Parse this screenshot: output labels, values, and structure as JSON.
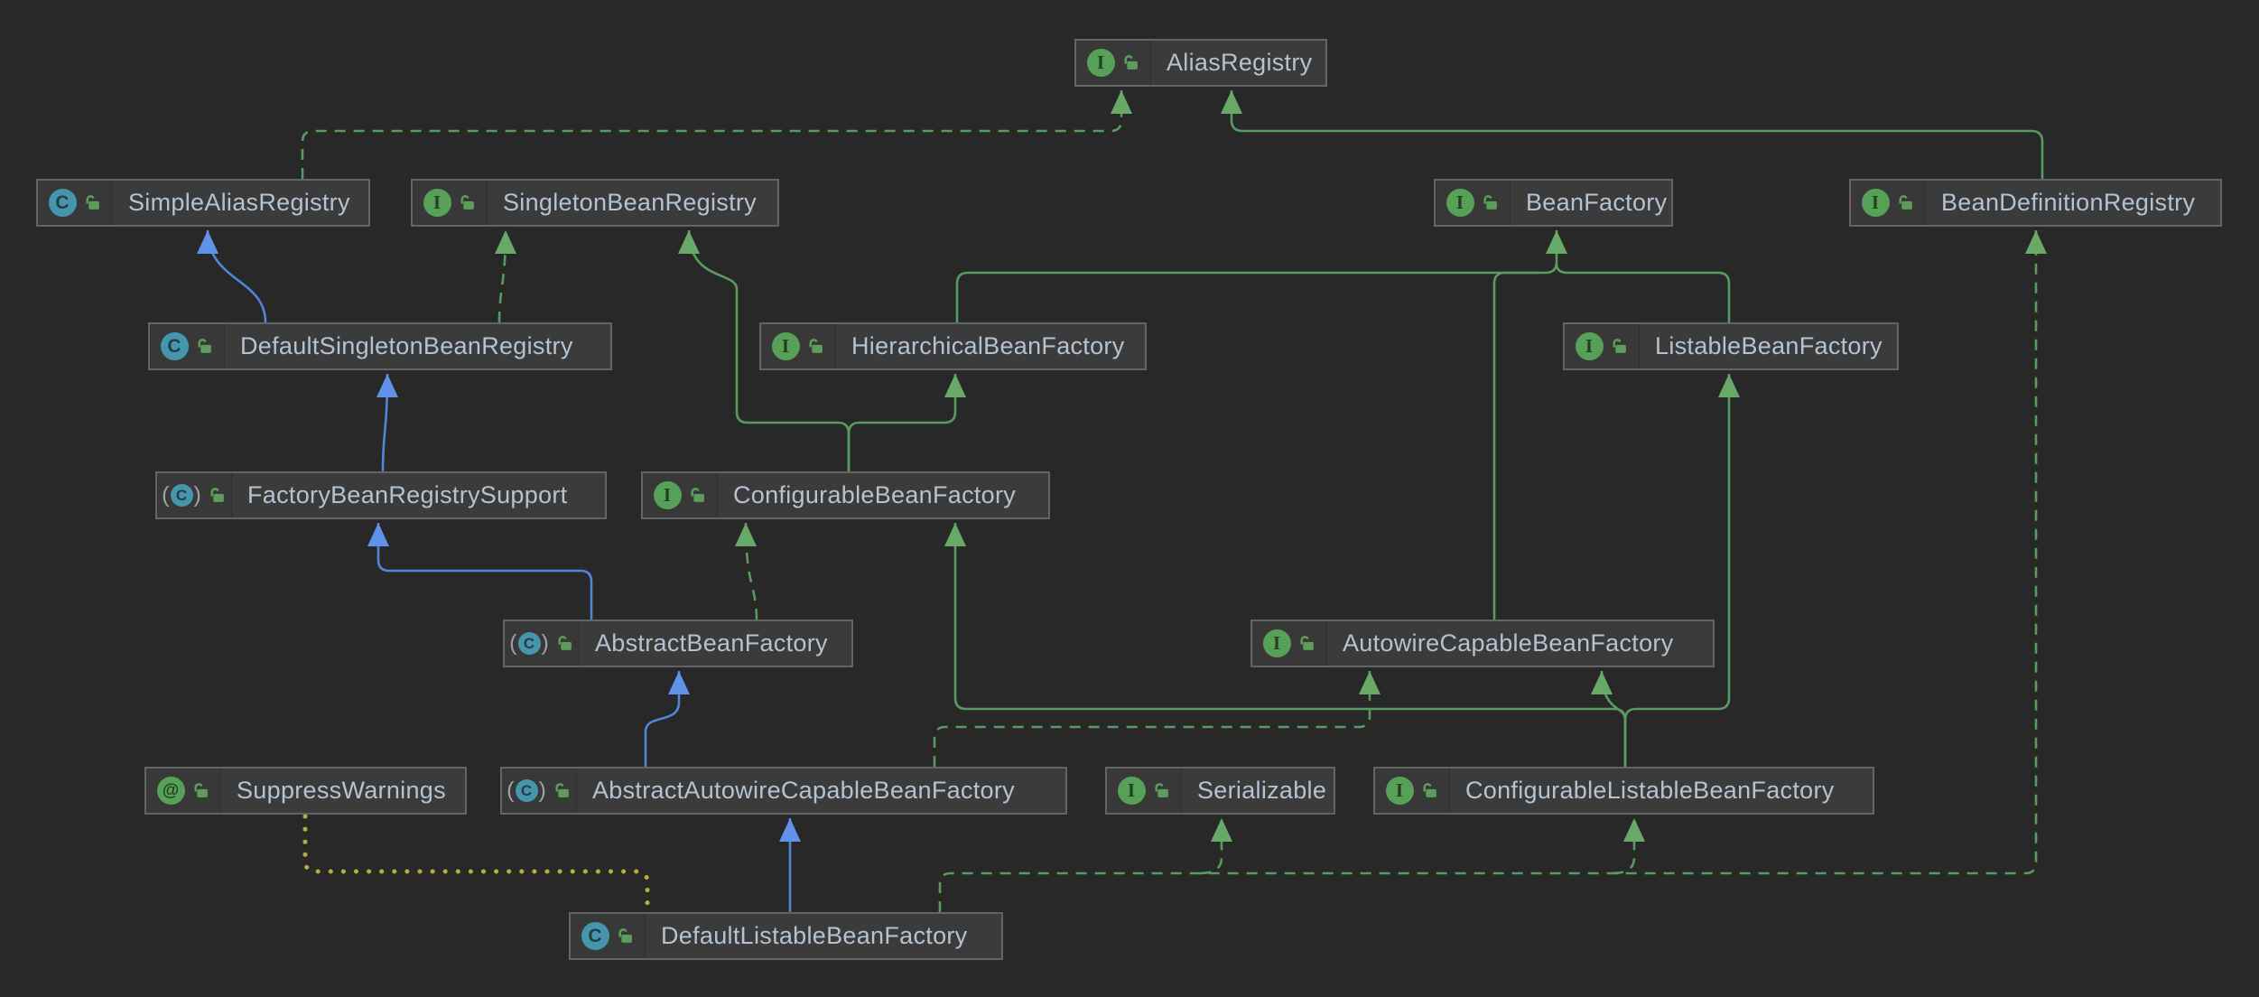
{
  "diagram": {
    "title": "Spring BeanFactory UML class hierarchy",
    "background_color": "#282828",
    "colors": {
      "node_fill": "#3b3b3b",
      "node_border": "#646464",
      "node_text": "#b4c3d2",
      "extends_implements_line": "#5a9a5e",
      "class_extends_line": "#4f86d8",
      "annotation_line": "#b7ad41",
      "interface_icon": "#57a058",
      "class_icon": "#4596ad",
      "lock_icon": "#5d9c5b"
    },
    "nodes": [
      {
        "id": "aliasregistry",
        "label": "AliasRegistry",
        "kind": "interface",
        "icon_letter": "I",
        "visibility": "unlocked"
      },
      {
        "id": "simplealiasregistry",
        "label": "SimpleAliasRegistry",
        "kind": "class",
        "icon_letter": "C",
        "visibility": "unlocked"
      },
      {
        "id": "singletonbeanregistry",
        "label": "SingletonBeanRegistry",
        "kind": "interface",
        "icon_letter": "I",
        "visibility": "unlocked"
      },
      {
        "id": "beanfactory",
        "label": "BeanFactory",
        "kind": "interface",
        "icon_letter": "I",
        "visibility": "unlocked"
      },
      {
        "id": "beandefinitionregistry",
        "label": "BeanDefinitionRegistry",
        "kind": "interface",
        "icon_letter": "I",
        "visibility": "unlocked"
      },
      {
        "id": "defaultsingletonbeanregistry",
        "label": "DefaultSingletonBeanRegistry",
        "kind": "class",
        "icon_letter": "C",
        "visibility": "unlocked"
      },
      {
        "id": "hierarchicalbeanfactory",
        "label": "HierarchicalBeanFactory",
        "kind": "interface",
        "icon_letter": "I",
        "visibility": "unlocked"
      },
      {
        "id": "listablebeanfactory",
        "label": "ListableBeanFactory",
        "kind": "interface",
        "icon_letter": "I",
        "visibility": "unlocked"
      },
      {
        "id": "factorybeanregistrysupport",
        "label": "FactoryBeanRegistrySupport",
        "kind": "abstract-class",
        "icon_letter": "C",
        "visibility": "unlocked"
      },
      {
        "id": "configurablebeanfactory",
        "label": "ConfigurableBeanFactory",
        "kind": "interface",
        "icon_letter": "I",
        "visibility": "unlocked"
      },
      {
        "id": "abstractbeanfactory",
        "label": "AbstractBeanFactory",
        "kind": "abstract-class",
        "icon_letter": "C",
        "visibility": "unlocked"
      },
      {
        "id": "autowirecapablebeanfactory",
        "label": "AutowireCapableBeanFactory",
        "kind": "interface",
        "icon_letter": "I",
        "visibility": "unlocked"
      },
      {
        "id": "suppresswarnings",
        "label": "SuppressWarnings",
        "kind": "annotation",
        "icon_letter": "@",
        "visibility": "unlocked"
      },
      {
        "id": "abstractautowirecapablebeanfactory",
        "label": "AbstractAutowireCapableBeanFactory",
        "kind": "abstract-class",
        "icon_letter": "C",
        "visibility": "unlocked"
      },
      {
        "id": "serializable",
        "label": "Serializable",
        "kind": "interface",
        "icon_letter": "I",
        "visibility": "unlocked"
      },
      {
        "id": "configurablelistablebeanfactory",
        "label": "ConfigurableListableBeanFactory",
        "kind": "interface",
        "icon_letter": "I",
        "visibility": "unlocked"
      },
      {
        "id": "defaultlistablebeanfactory",
        "label": "DefaultListableBeanFactory",
        "kind": "class",
        "icon_letter": "C",
        "visibility": "unlocked"
      }
    ],
    "edges": [
      {
        "from": "simplealiasregistry",
        "to": "aliasregistry",
        "relation": "implements",
        "line": "dashed-green"
      },
      {
        "from": "beandefinitionregistry",
        "to": "aliasregistry",
        "relation": "extends",
        "line": "solid-green"
      },
      {
        "from": "defaultsingletonbeanregistry",
        "to": "simplealiasregistry",
        "relation": "extends",
        "line": "solid-blue"
      },
      {
        "from": "defaultsingletonbeanregistry",
        "to": "singletonbeanregistry",
        "relation": "implements",
        "line": "dashed-green"
      },
      {
        "from": "configurablebeanfactory",
        "to": "singletonbeanregistry",
        "relation": "extends",
        "line": "solid-green"
      },
      {
        "from": "configurablebeanfactory",
        "to": "hierarchicalbeanfactory",
        "relation": "extends",
        "line": "solid-green"
      },
      {
        "from": "hierarchicalbeanfactory",
        "to": "beanfactory",
        "relation": "extends",
        "line": "solid-green"
      },
      {
        "from": "listablebeanfactory",
        "to": "beanfactory",
        "relation": "extends",
        "line": "solid-green"
      },
      {
        "from": "autowirecapablebeanfactory",
        "to": "beanfactory",
        "relation": "extends",
        "line": "solid-green"
      },
      {
        "from": "factorybeanregistrysupport",
        "to": "defaultsingletonbeanregistry",
        "relation": "extends",
        "line": "solid-blue"
      },
      {
        "from": "abstractbeanfactory",
        "to": "factorybeanregistrysupport",
        "relation": "extends",
        "line": "solid-blue"
      },
      {
        "from": "abstractbeanfactory",
        "to": "configurablebeanfactory",
        "relation": "implements",
        "line": "dashed-green"
      },
      {
        "from": "abstractautowirecapablebeanfactory",
        "to": "abstractbeanfactory",
        "relation": "extends",
        "line": "solid-blue"
      },
      {
        "from": "abstractautowirecapablebeanfactory",
        "to": "autowirecapablebeanfactory",
        "relation": "implements",
        "line": "dashed-green"
      },
      {
        "from": "configurablelistablebeanfactory",
        "to": "configurablebeanfactory",
        "relation": "extends",
        "line": "solid-green"
      },
      {
        "from": "configurablelistablebeanfactory",
        "to": "autowirecapablebeanfactory",
        "relation": "extends",
        "line": "solid-green"
      },
      {
        "from": "configurablelistablebeanfactory",
        "to": "listablebeanfactory",
        "relation": "extends",
        "line": "solid-green"
      },
      {
        "from": "defaultlistablebeanfactory",
        "to": "abstractautowirecapablebeanfactory",
        "relation": "extends",
        "line": "solid-blue"
      },
      {
        "from": "defaultlistablebeanfactory",
        "to": "configurablelistablebeanfactory",
        "relation": "implements",
        "line": "dashed-green"
      },
      {
        "from": "defaultlistablebeanfactory",
        "to": "serializable",
        "relation": "implements",
        "line": "dashed-green"
      },
      {
        "from": "defaultlistablebeanfactory",
        "to": "beandefinitionregistry",
        "relation": "implements",
        "line": "dashed-green"
      },
      {
        "from": "suppresswarnings",
        "to": "defaultlistablebeanfactory",
        "relation": "annotates",
        "line": "dotted-yellow"
      }
    ]
  }
}
